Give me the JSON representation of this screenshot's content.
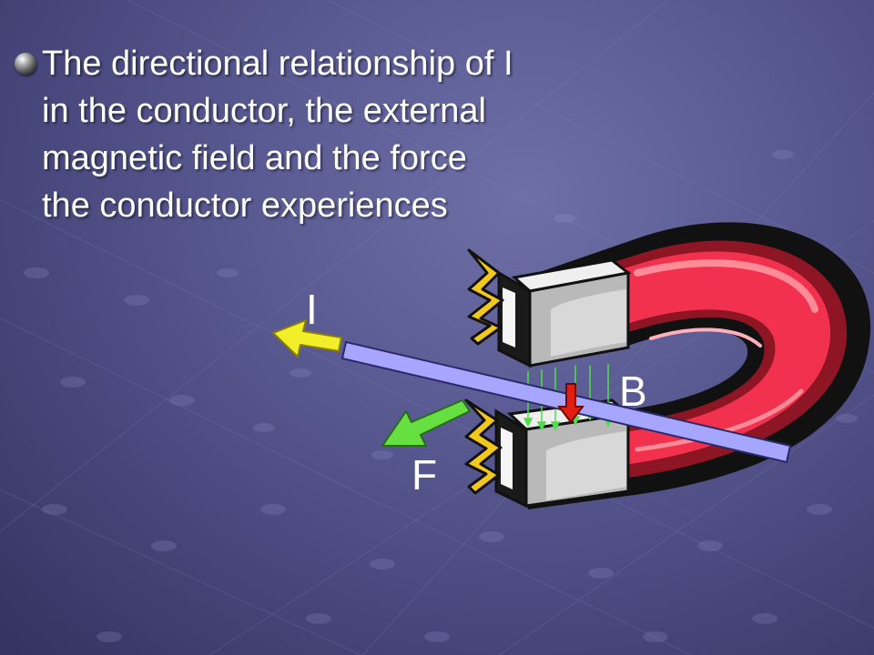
{
  "slide": {
    "bullet_text": "The directional relationship of I in the conductor, the external magnetic field and the force the conductor experiences",
    "bullet_icon": "sphere-bullet-icon"
  },
  "diagram": {
    "labels": {
      "current": "I",
      "field": "B",
      "force": "F"
    },
    "colors": {
      "current_arrow": "#f2ee2a",
      "force_arrow": "#66e040",
      "field_arrow": "#e21d12",
      "field_lines": "#4ede4a",
      "conductor": "#a7a6ff",
      "magnet_body": "#f2314e",
      "magnet_pole": "#b9b9b9"
    },
    "icons": {
      "magnet": "horseshoe-magnet-icon",
      "spark": "lightning-spark-icon"
    }
  }
}
